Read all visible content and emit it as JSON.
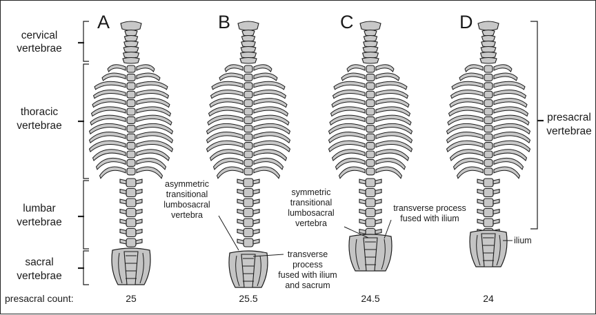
{
  "panels": [
    {
      "letter": "A",
      "count": "25"
    },
    {
      "letter": "B",
      "count": "25.5"
    },
    {
      "letter": "C",
      "count": "24.5"
    },
    {
      "letter": "D",
      "count": "24"
    }
  ],
  "regions": {
    "cervical": [
      "cervical",
      "vertebrae"
    ],
    "thoracic": [
      "thoracic",
      "vertebrae"
    ],
    "lumbar": [
      "lumbar",
      "vertebrae"
    ],
    "sacral": [
      "sacral",
      "vertebrae"
    ],
    "presacral": [
      "presacral",
      "vertebrae"
    ]
  },
  "count_label": "presacral count:",
  "annotations": {
    "asymmetric": [
      "asymmetric",
      "transitional",
      "lumbosacral",
      "vertebra"
    ],
    "symmetric": [
      "symmetric",
      "transitional",
      "lumbosacral",
      "vertebra"
    ],
    "fused_b": [
      "transverse",
      "process",
      "fused with ilium",
      "and sacrum"
    ],
    "fused_c": [
      "transverse process",
      "fused with ilium"
    ],
    "ilium": "ilium"
  },
  "colors": {
    "bone": "#c8c8c8",
    "outline": "#1a1a1a",
    "background": "#ffffff"
  }
}
